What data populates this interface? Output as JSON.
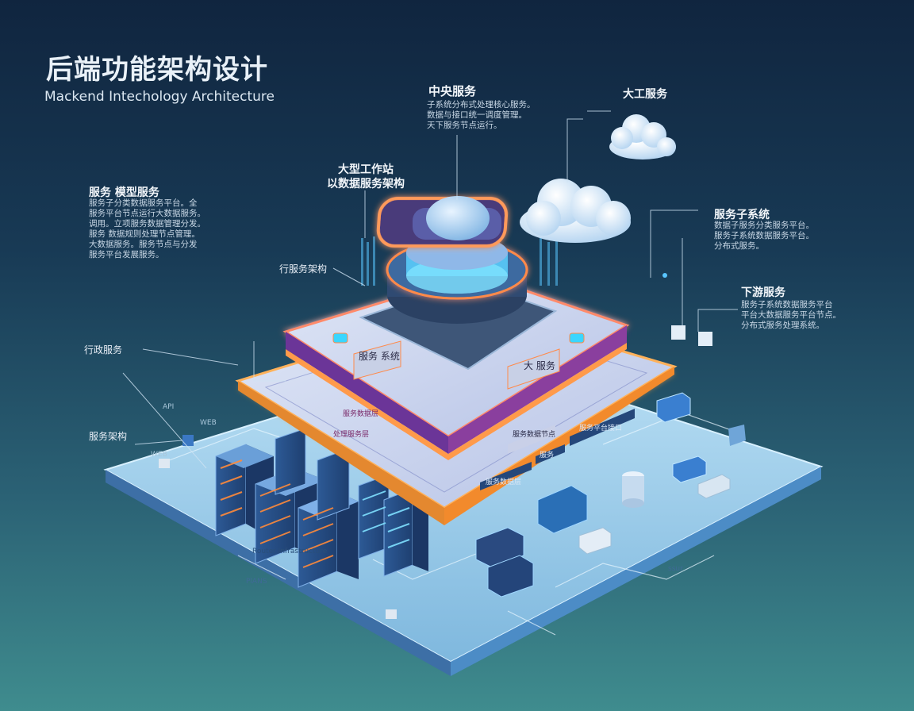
{
  "header": {
    "title": "后端功能架构设计",
    "subtitle": "Mackend Intechology Architecture"
  },
  "annotations": {
    "top_center": {
      "title": "中央服务",
      "body": "子系统分布式处理核心服务。\n数据与接口统一调度管理。\n天下服务节点运行。"
    },
    "cloud_label": "大工服务",
    "core_label": "大型工作站\n以数据服务架构",
    "left_top": {
      "title": "服务 模型服务",
      "body": "服务子分类数据服务平台。全\n服务平台节点运行大数据服务。\n调用。立项服务数据管理分发。\n服务 数据规则处理节点管理。\n大数据服务。服务节点与分发\n服务平台发展服务。"
    },
    "middle_left": "行服务架构",
    "left_mid": "行政服务",
    "left_low": "服务架构",
    "api_label": "API",
    "web_label_1": "WEB",
    "web_label_2": "WEB",
    "right_top": {
      "title": "服务子系统",
      "body": "数据子服务分类服务平台。\n服务子系统数据服务平台。\n分布式服务。"
    },
    "right_mid": {
      "title": "下游服务",
      "body": "服务子系统数据服务平台\n平台大数据服务平台节点。\n分布式服务处理系统。"
    },
    "layer_left": "服务 系统",
    "layer_right": "大 服务",
    "layer_strip_1": "服务数据层",
    "layer_strip_2": "处理服务层",
    "right_strip_1": "服务数据节点",
    "right_strip_2": "服务",
    "right_strip_3": "服务平台接口",
    "lower_right_1": "服务数据层",
    "floor_text_1": "Router Infrastructure",
    "floor_text_2": "PlANS",
    "floor_text_3": "ssur"
  },
  "colors": {
    "accent_orange": "#ff9a2e",
    "accent_glow": "#ff6a3d",
    "platform": "#9fd0ee",
    "server": "#2f5f9a"
  }
}
